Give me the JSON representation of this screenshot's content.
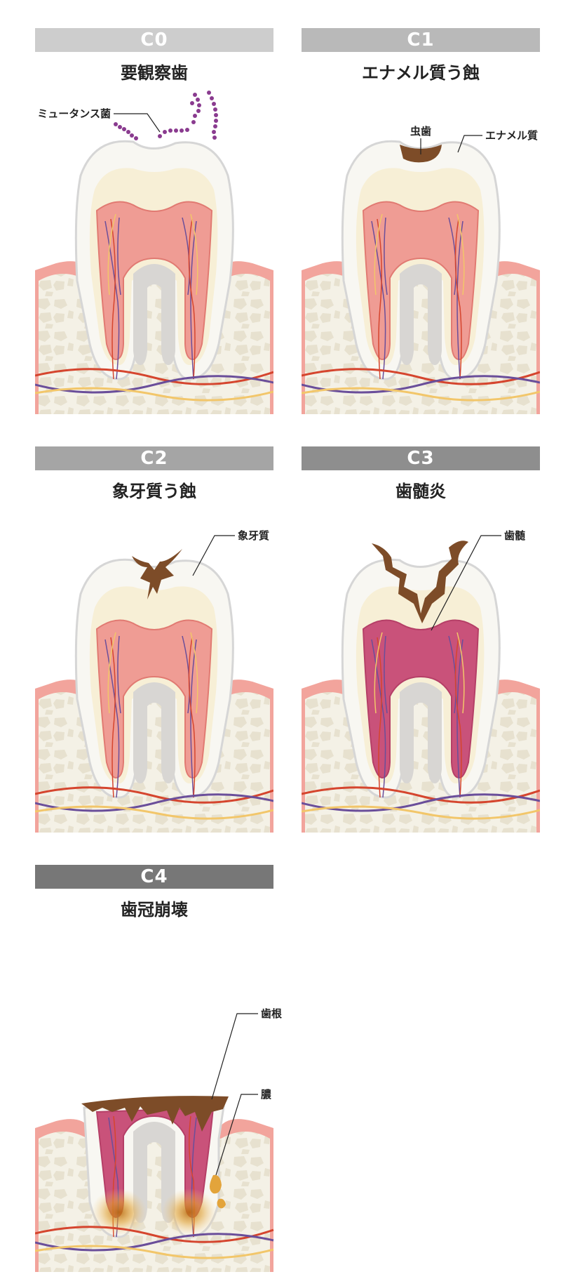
{
  "stages": [
    {
      "code": "C0",
      "title": "要観察歯",
      "header_color": "#cdcdcd",
      "labels": [
        "ミュータンス菌"
      ]
    },
    {
      "code": "C1",
      "title": "エナメル質う蝕",
      "header_color": "#b9b9b9",
      "labels": [
        "虫歯",
        "エナメル質"
      ]
    },
    {
      "code": "C2",
      "title": "象牙質う蝕",
      "header_color": "#a5a5a5",
      "labels": [
        "象牙質"
      ]
    },
    {
      "code": "C3",
      "title": "歯髄炎",
      "header_color": "#8e8e8e",
      "labels": [
        "歯髄"
      ]
    },
    {
      "code": "C4",
      "title": "歯冠崩壊",
      "header_color": "#777777",
      "labels": [
        "歯根",
        "膿"
      ]
    }
  ],
  "colors": {
    "gum": "#f2a49c",
    "gum_edge": "#ea8e86",
    "bone": "#f4f1e6",
    "bone_cell": "#e7e1cf",
    "enamel": "#f8f7f2",
    "enamel_line": "#d6d6d6",
    "dentin": "#f7efd6",
    "pulp": "#ef9c94",
    "decay": "#7d4c28",
    "nerve_red": "#d5452e",
    "nerve_purple": "#6a4e9a",
    "nerve_yellow": "#f2c66a",
    "bacteria": "#8a3b8f",
    "pus": "#e3a43b"
  }
}
